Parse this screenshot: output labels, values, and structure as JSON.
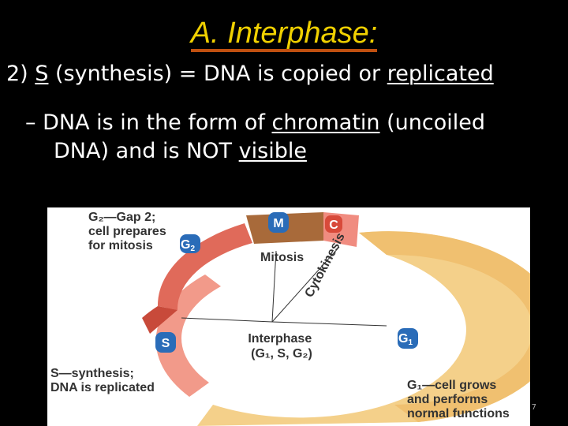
{
  "slide": {
    "title": "A. Interphase:",
    "point": {
      "prefix": "2) ",
      "s_letter": "S",
      "middle": " (synthesis) = DNA is copied or ",
      "replicated": "replicated"
    },
    "sub_point": {
      "dash": "– ",
      "part1": "DNA is in the form of ",
      "chromatin": "chromatin",
      "part2": " (uncoiled",
      "part3": "DNA) and is NOT ",
      "visible": "visible"
    },
    "slide_number": "7"
  },
  "diagram": {
    "phases": {
      "M": "M",
      "C": "C",
      "G2": "G",
      "G2_sub": "2",
      "S": "S",
      "G1": "G",
      "G1_sub": "1"
    },
    "g2_label": [
      "G₂—Gap 2;",
      "cell prepares",
      "for mitosis"
    ],
    "mitosis_label": "Mitosis",
    "cytokinesis_label": "Cytokinesis",
    "interphase_label": [
      "Interphase",
      "(G₁, S, G₂)"
    ],
    "s_label": [
      "S—synthesis;",
      "DNA is replicated"
    ],
    "g1_label": [
      "G₁—cell grows",
      "and performs",
      "normal functions"
    ],
    "colors": {
      "g2": "#e06a5a",
      "mitosis": "#a86a3a",
      "cytokinesis": "#f08c80",
      "g1": "#f4d08a",
      "s": "#f29a8a",
      "badge_blue": "#2a6cb8",
      "badge_red": "#d84a3a"
    }
  }
}
